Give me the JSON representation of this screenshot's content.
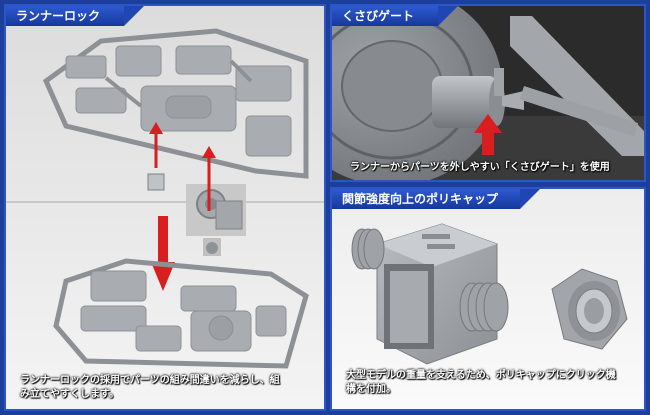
{
  "panels": {
    "runner_lock": {
      "title": "ランナーロック",
      "caption_line1": "ランナーロックの採用でパーツの組み間違いを減らし、組",
      "caption_line2": "み立てやすくします。"
    },
    "wedge_gate": {
      "title": "くさびゲート",
      "caption": "ランナーからパーツを外しやすい「くさびゲート」を使用"
    },
    "polycap": {
      "title": "関節強度向上のポリキャップ",
      "caption_line1": "大型モデルの重量を支えるため、ポリキャップにクリック機",
      "caption_line2": "構を付加。"
    }
  },
  "colors": {
    "frame": "#1b3f9a",
    "title_bar": "#2d5ad1",
    "arrow_red": "#d81e1e",
    "plastic_gray": "#a8acb0"
  },
  "icons": [
    "arrow-up-icon",
    "arrow-down-icon"
  ]
}
